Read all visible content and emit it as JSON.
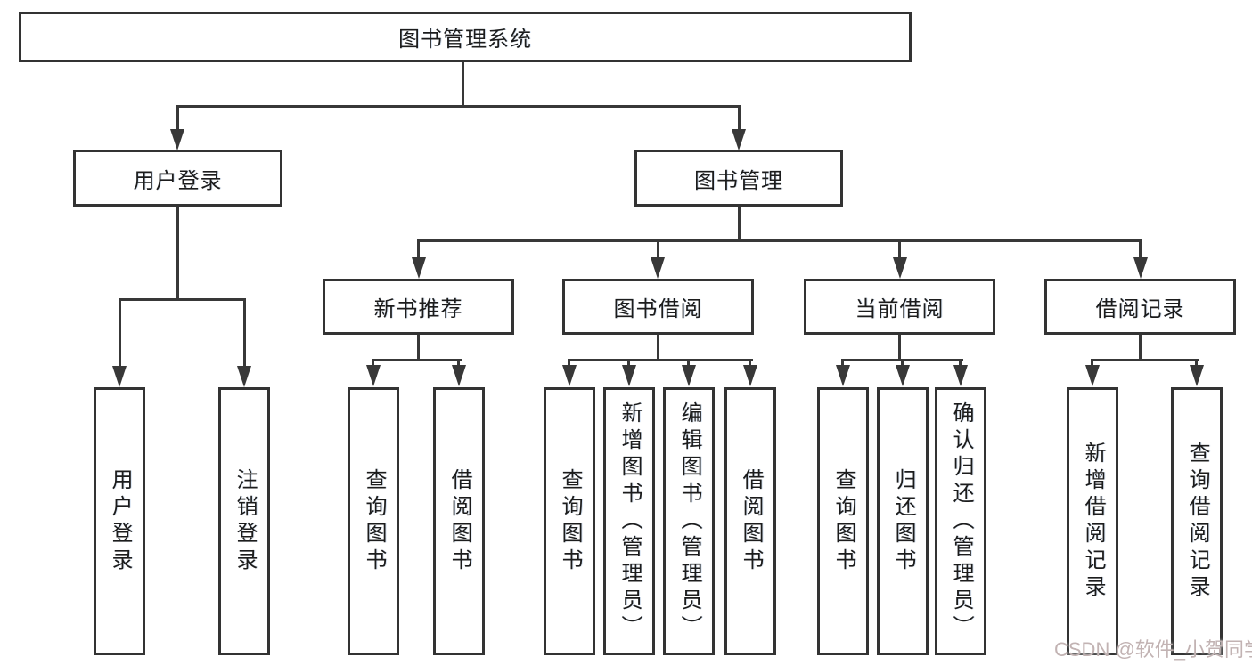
{
  "diagram_title": "图书管理系统",
  "colors": {
    "line": "#383838",
    "border": "#333333",
    "text": "#1c1c1c",
    "background": "#ffffff",
    "watermark": "#c2b3b3"
  },
  "nodes": {
    "root": {
      "label": "图书管理系统"
    },
    "level2": [
      {
        "label": "用户登录"
      },
      {
        "label": "图书管理"
      }
    ],
    "level3": [
      {
        "label": "新书推荐"
      },
      {
        "label": "图书借阅"
      },
      {
        "label": "当前借阅"
      },
      {
        "label": "借阅记录"
      }
    ],
    "leaves": {
      "login": [
        {
          "label": "用户登录"
        },
        {
          "label": "注销登录"
        }
      ],
      "recommend": [
        {
          "label": "查询图书"
        },
        {
          "label": "借阅图书"
        }
      ],
      "borrow": [
        {
          "label": "查询图书"
        },
        {
          "label": "新增图书（管理员）"
        },
        {
          "label": "编辑图书（管理员）"
        },
        {
          "label": "借阅图书"
        }
      ],
      "current": [
        {
          "label": "查询图书"
        },
        {
          "label": "归还图书"
        },
        {
          "label": "确认归还（管理员）"
        }
      ],
      "records": [
        {
          "label": "新增借阅记录"
        },
        {
          "label": "查询借阅记录"
        }
      ]
    }
  },
  "watermark": {
    "text": "CSDN @软件_小贺同学"
  }
}
